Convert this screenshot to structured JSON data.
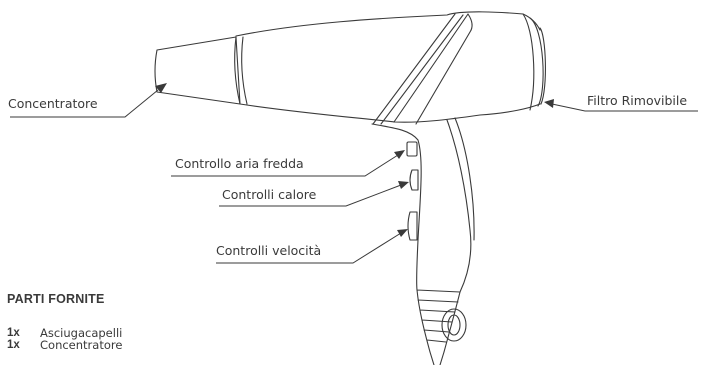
{
  "callouts": {
    "concentratore": "Concentratore",
    "filtro": "Filtro Rimovibile",
    "aria_fredda": "Controllo aria fredda",
    "calore": "Controlli calore",
    "velocita": "Controlli velocità"
  },
  "parts": {
    "title": "PARTI FORNITE",
    "items": [
      {
        "qty": "1x",
        "name": "Asciugacapelli"
      },
      {
        "qty": "1x",
        "name": "Concentratore"
      }
    ]
  },
  "colors": {
    "line": "#3a3a3a",
    "text": "#3a3a3a",
    "background": "#ffffff"
  }
}
